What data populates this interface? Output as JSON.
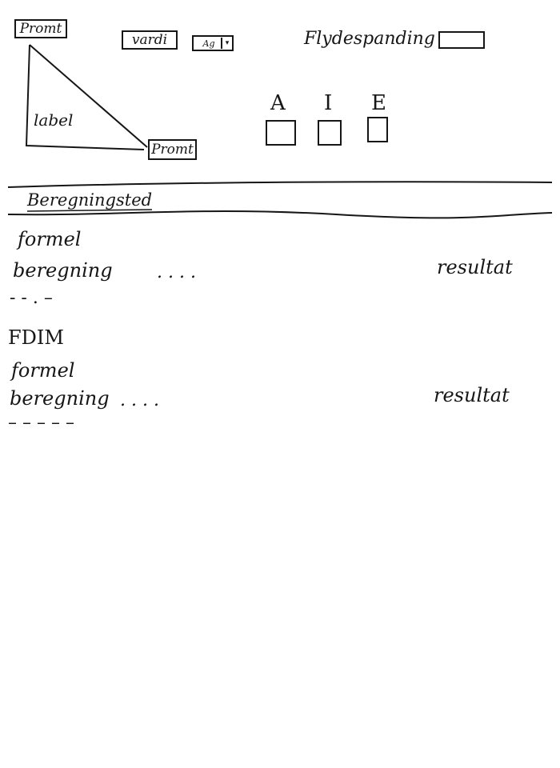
{
  "top": {
    "prompt_top": "Promt",
    "value_box": "vardi",
    "unit_select": "Ag",
    "flyde_label": "Flydespanding",
    "prompt_bottom": "Promt",
    "triangle_label": "label"
  },
  "options": [
    {
      "label": "A"
    },
    {
      "label": "I"
    },
    {
      "label": "E"
    }
  ],
  "tab": {
    "label": "Beregningsted"
  },
  "sections": [
    {
      "title": "",
      "formula": "formel",
      "calculation": "beregning",
      "calculation_dots": ". . . .",
      "result": "resultat",
      "separator": "- - . –"
    },
    {
      "title": "FDIM",
      "formula": "formel",
      "calculation": "beregning",
      "calculation_dots": ". . . .",
      "result": "resultat",
      "separator": "– – – – –"
    }
  ],
  "colors": {
    "ink": "#161616",
    "paper": "#ffffff"
  }
}
